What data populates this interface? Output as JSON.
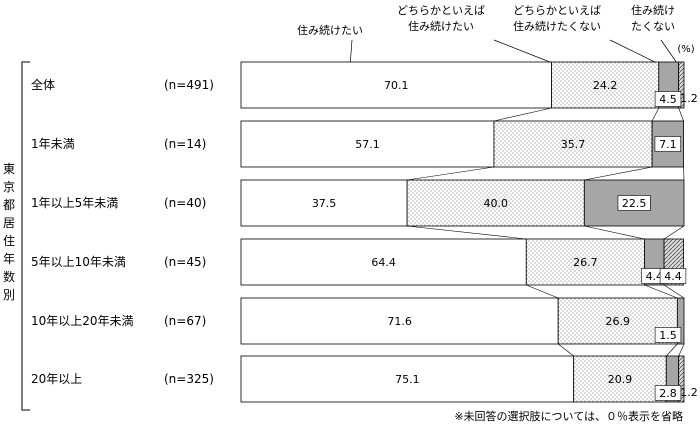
{
  "chart_data": {
    "type": "bar",
    "orientation": "horizontal",
    "stacked": true,
    "percent_unit": "(%)",
    "group_label": "東京都居住年数別",
    "note": "※未回答の選択肢については、０％表示を省略",
    "xlim": [
      0,
      100
    ],
    "grid": false,
    "legend_position": "top",
    "categories": [
      "全体",
      "1年未満",
      "1年以上5年未満",
      "5年以上10年未満",
      "10年以上20年未満",
      "20年以上"
    ],
    "counts": [
      "(n=491)",
      "(n=14)",
      "(n=40)",
      "(n=45)",
      "(n=67)",
      "(n=325)"
    ],
    "series": [
      {
        "name": "住み続けたい",
        "fill": "#ffffff",
        "values": [
          70.1,
          57.1,
          37.5,
          64.4,
          71.6,
          75.1
        ]
      },
      {
        "name": "どちらかといえば\n住み続けたい",
        "fill": "dots",
        "values": [
          24.2,
          35.7,
          40.0,
          26.7,
          26.9,
          20.9
        ]
      },
      {
        "name": "どちらかといえば\n住み続けたくない",
        "fill": "#a6a6a6",
        "values": [
          4.5,
          7.1,
          22.5,
          4.4,
          1.5,
          2.8
        ]
      },
      {
        "name": "住み続け\nたくない",
        "fill": "hatch",
        "values": [
          1.2,
          null,
          null,
          4.4,
          null,
          1.2
        ]
      }
    ],
    "data_labels": [
      [
        "70.1",
        "24.2",
        "4.5",
        "1.2"
      ],
      [
        "57.1",
        "35.7",
        "7.1",
        ""
      ],
      [
        "37.5",
        "40.0",
        "22.5",
        ""
      ],
      [
        "64.4",
        "26.7",
        "4.4",
        "4.4"
      ],
      [
        "71.6",
        "26.9",
        "1.5",
        ""
      ],
      [
        "75.1",
        "20.9",
        "2.8",
        "1.2"
      ]
    ],
    "colors": {
      "border": "#000000",
      "dark_segment": "#a6a6a6",
      "label_box": "#ffffff"
    }
  }
}
